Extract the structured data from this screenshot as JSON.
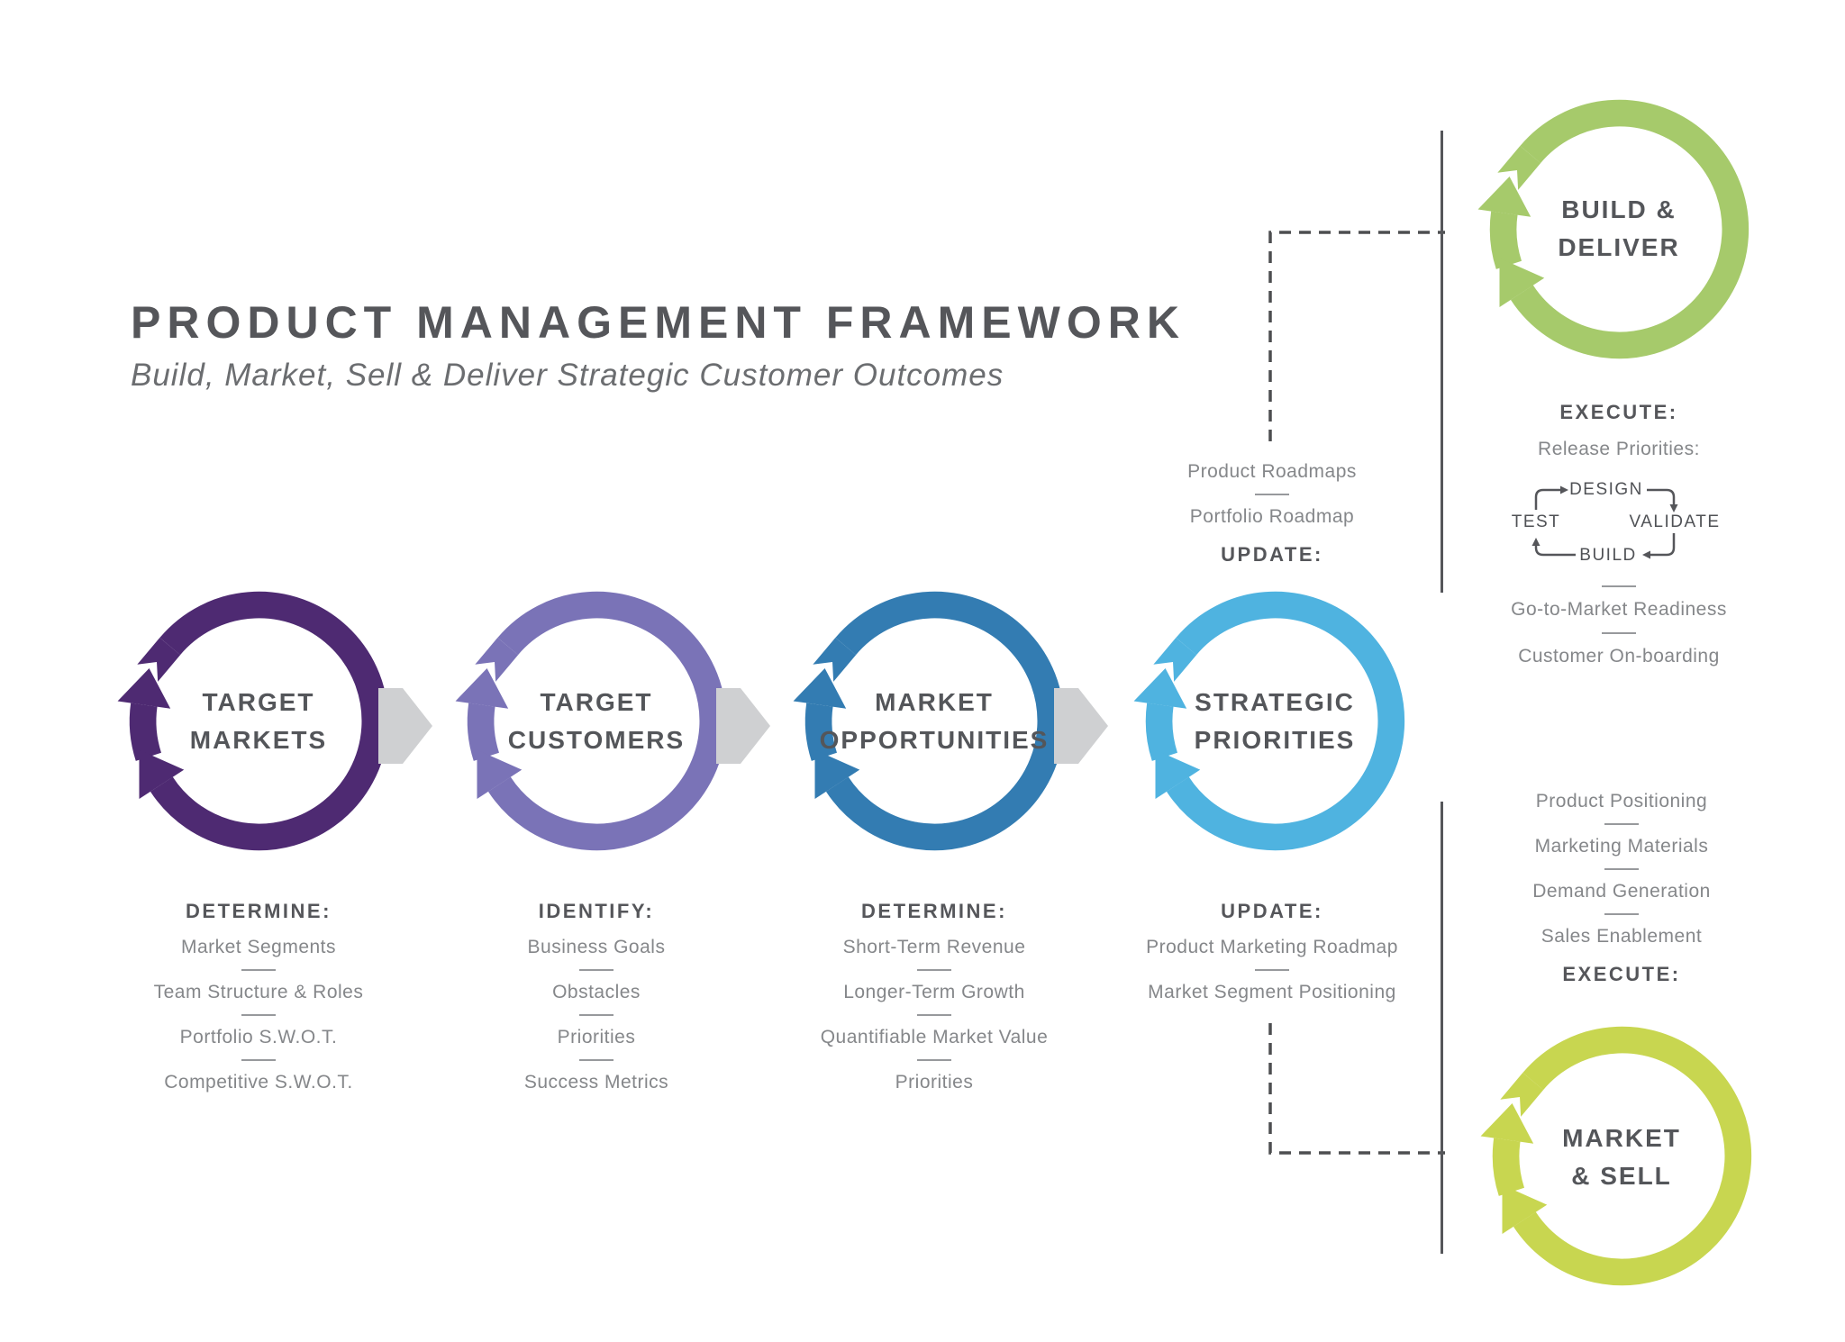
{
  "header": {
    "title": "PRODUCT MANAGEMENT FRAMEWORK",
    "subtitle": "Build, Market, Sell & Deliver Strategic Customer Outcomes"
  },
  "colors": {
    "target_markets": "#4e2a72",
    "target_customers": "#7a73b7",
    "market_opportunities": "#337cb2",
    "strategic_priorities": "#4fb3e0",
    "build_deliver": "#a6ca6b",
    "market_sell": "#c8d650",
    "connector_gray": "#cfd0d2"
  },
  "stages": [
    {
      "label_line1": "TARGET",
      "label_line2": "MARKETS",
      "color": "#4e2a72",
      "section": {
        "header": "DETERMINE:",
        "items": [
          "Market Segments",
          "Team Structure & Roles",
          "Portfolio S.W.O.T.",
          "Competitive S.W.O.T."
        ]
      }
    },
    {
      "label_line1": "TARGET",
      "label_line2": "CUSTOMERS",
      "color": "#7a73b7",
      "section": {
        "header": "IDENTIFY:",
        "items": [
          "Business Goals",
          "Obstacles",
          "Priorities",
          "Success Metrics"
        ]
      }
    },
    {
      "label_line1": "MARKET",
      "label_line2": "OPPORTUNITIES",
      "color": "#337cb2",
      "section": {
        "header": "DETERMINE:",
        "items": [
          "Short-Term Revenue",
          "Longer-Term Growth",
          "Quantifiable Market Value",
          "Priorities"
        ]
      }
    },
    {
      "label_line1": "STRATEGIC",
      "label_line2": "PRIORITIES",
      "color": "#4fb3e0",
      "section": {
        "header": "UPDATE:",
        "items": [
          "Product Marketing Roadmap",
          "Market Segment Positioning"
        ]
      }
    }
  ],
  "roadmap_block": {
    "items": [
      "Product Roadmaps",
      "Portfolio Roadmap"
    ],
    "header": "UPDATE:"
  },
  "build_deliver": {
    "label_line1": "BUILD &",
    "label_line2": "DELIVER",
    "color": "#a6ca6b",
    "execute_header": "EXECUTE:",
    "release_label": "Release Priorities:",
    "cycle": {
      "top": "DESIGN",
      "right": "VALIDATE",
      "bottom": "BUILD",
      "left": "TEST"
    },
    "items": [
      "Go-to-Market Readiness",
      "Customer On-boarding"
    ]
  },
  "market_sell": {
    "label_line1": "MARKET",
    "label_line2": "& SELL",
    "color": "#c8d650",
    "execute_header": "EXECUTE:",
    "items": [
      "Product Positioning",
      "Marketing Materials",
      "Demand Generation",
      "Sales Enablement"
    ]
  }
}
